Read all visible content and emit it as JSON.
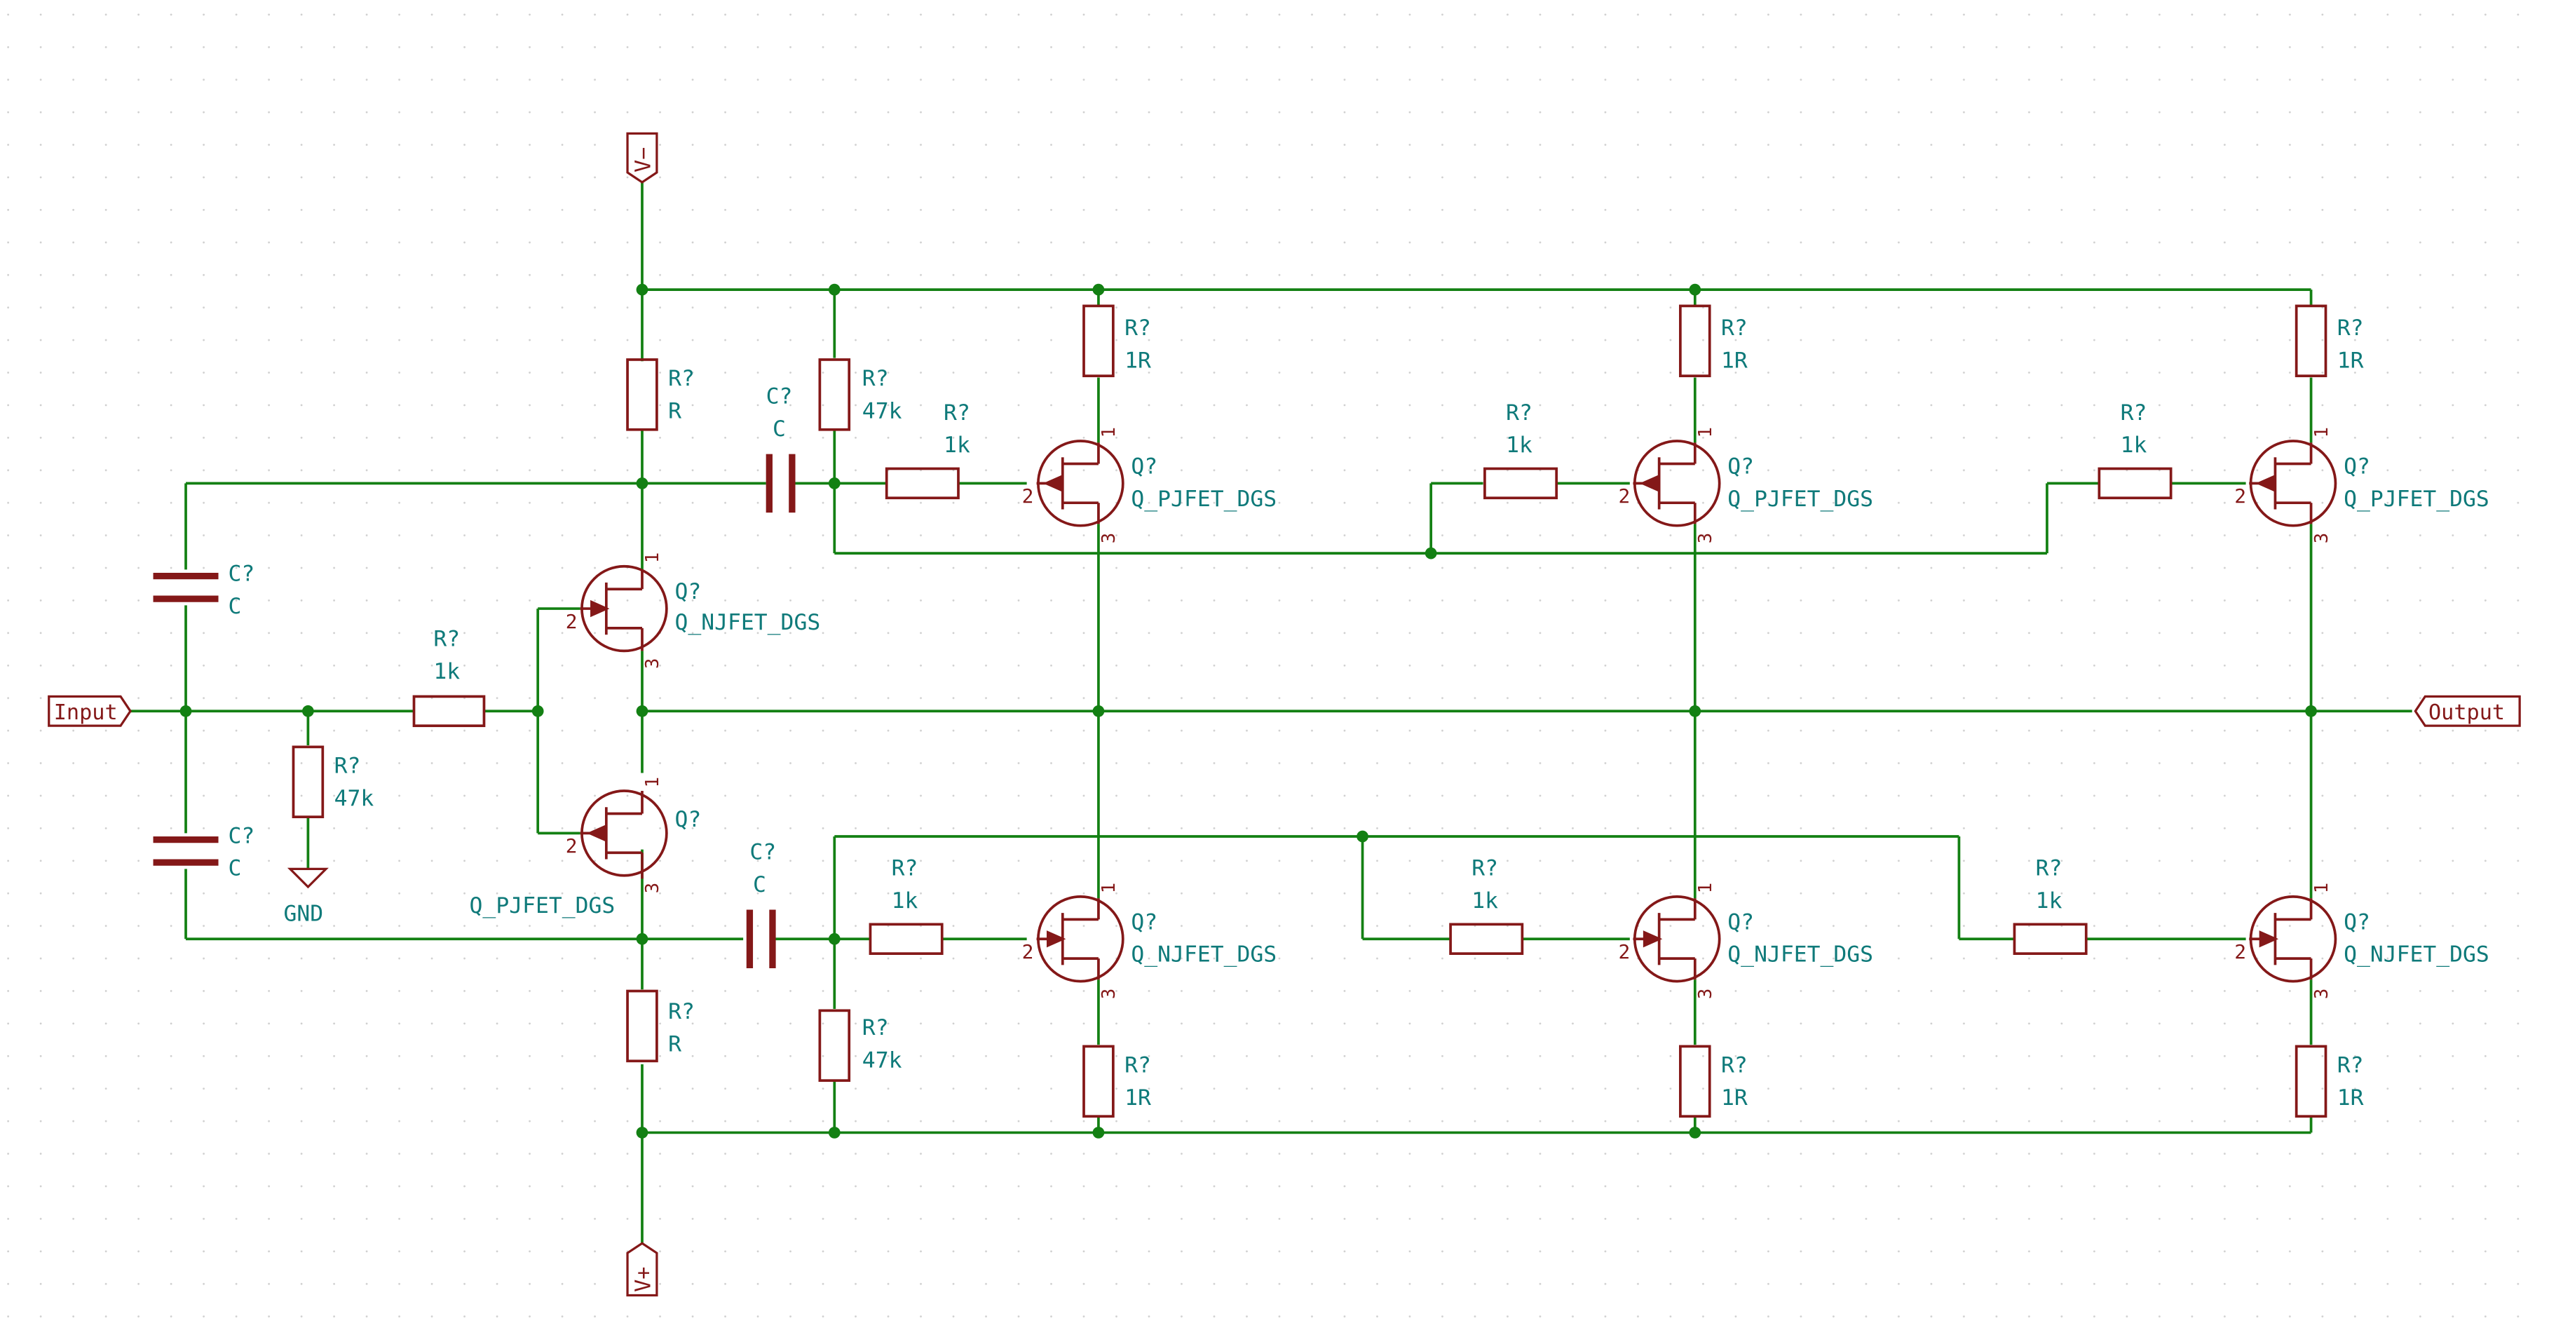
{
  "colors": {
    "wire": "#138013",
    "component": "#841818",
    "text": "#0f7a7a",
    "background": "#ffffff",
    "grid": "#cfcfcf"
  },
  "ports": {
    "input": "Input",
    "output": "Output",
    "vminus": "V−",
    "vplus": "V+",
    "gnd": "GND"
  },
  "components": {
    "r_top": {
      "ref": "R?",
      "value": "R"
    },
    "r_bot": {
      "ref": "R?",
      "value": "R"
    },
    "r_in": {
      "ref": "R?",
      "value": "1k"
    },
    "r_gnd": {
      "ref": "R?",
      "value": "47k"
    },
    "c_left_top": {
      "ref": "C?",
      "value": "C"
    },
    "c_left_bot": {
      "ref": "C?",
      "value": "C"
    },
    "q_n_in": {
      "ref": "Q?",
      "value": "Q_NJFET_DGS"
    },
    "q_p_in": {
      "ref": "Q?",
      "value": "Q_PJFET_DGS"
    },
    "c_top": {
      "ref": "C?",
      "value": "C"
    },
    "c_bot": {
      "ref": "C?",
      "value": "C"
    },
    "r_top_47k": {
      "ref": "R?",
      "value": "47k"
    },
    "r_bot_47k": {
      "ref": "R?",
      "value": "47k"
    },
    "r_g_top1": {
      "ref": "R?",
      "value": "1k"
    },
    "r_g_top2": {
      "ref": "R?",
      "value": "1k"
    },
    "r_g_top3": {
      "ref": "R?",
      "value": "1k"
    },
    "r_g_bot1": {
      "ref": "R?",
      "value": "1k"
    },
    "r_g_bot2": {
      "ref": "R?",
      "value": "1k"
    },
    "r_g_bot3": {
      "ref": "R?",
      "value": "1k"
    },
    "r_s_top1": {
      "ref": "R?",
      "value": "1R"
    },
    "r_s_top2": {
      "ref": "R?",
      "value": "1R"
    },
    "r_s_top3": {
      "ref": "R?",
      "value": "1R"
    },
    "r_s_bot1": {
      "ref": "R?",
      "value": "1R"
    },
    "r_s_bot2": {
      "ref": "R?",
      "value": "1R"
    },
    "r_s_bot3": {
      "ref": "R?",
      "value": "1R"
    },
    "q_p_out1": {
      "ref": "Q?",
      "value": "Q_PJFET_DGS"
    },
    "q_p_out2": {
      "ref": "Q?",
      "value": "Q_PJFET_DGS"
    },
    "q_p_out3": {
      "ref": "Q?",
      "value": "Q_PJFET_DGS"
    },
    "q_n_out1": {
      "ref": "Q?",
      "value": "Q_NJFET_DGS"
    },
    "q_n_out2": {
      "ref": "Q?",
      "value": "Q_NJFET_DGS"
    },
    "q_n_out3": {
      "ref": "Q?",
      "value": "Q_NJFET_DGS"
    }
  },
  "pins": {
    "p1": "1",
    "p2": "2",
    "p3": "3"
  }
}
